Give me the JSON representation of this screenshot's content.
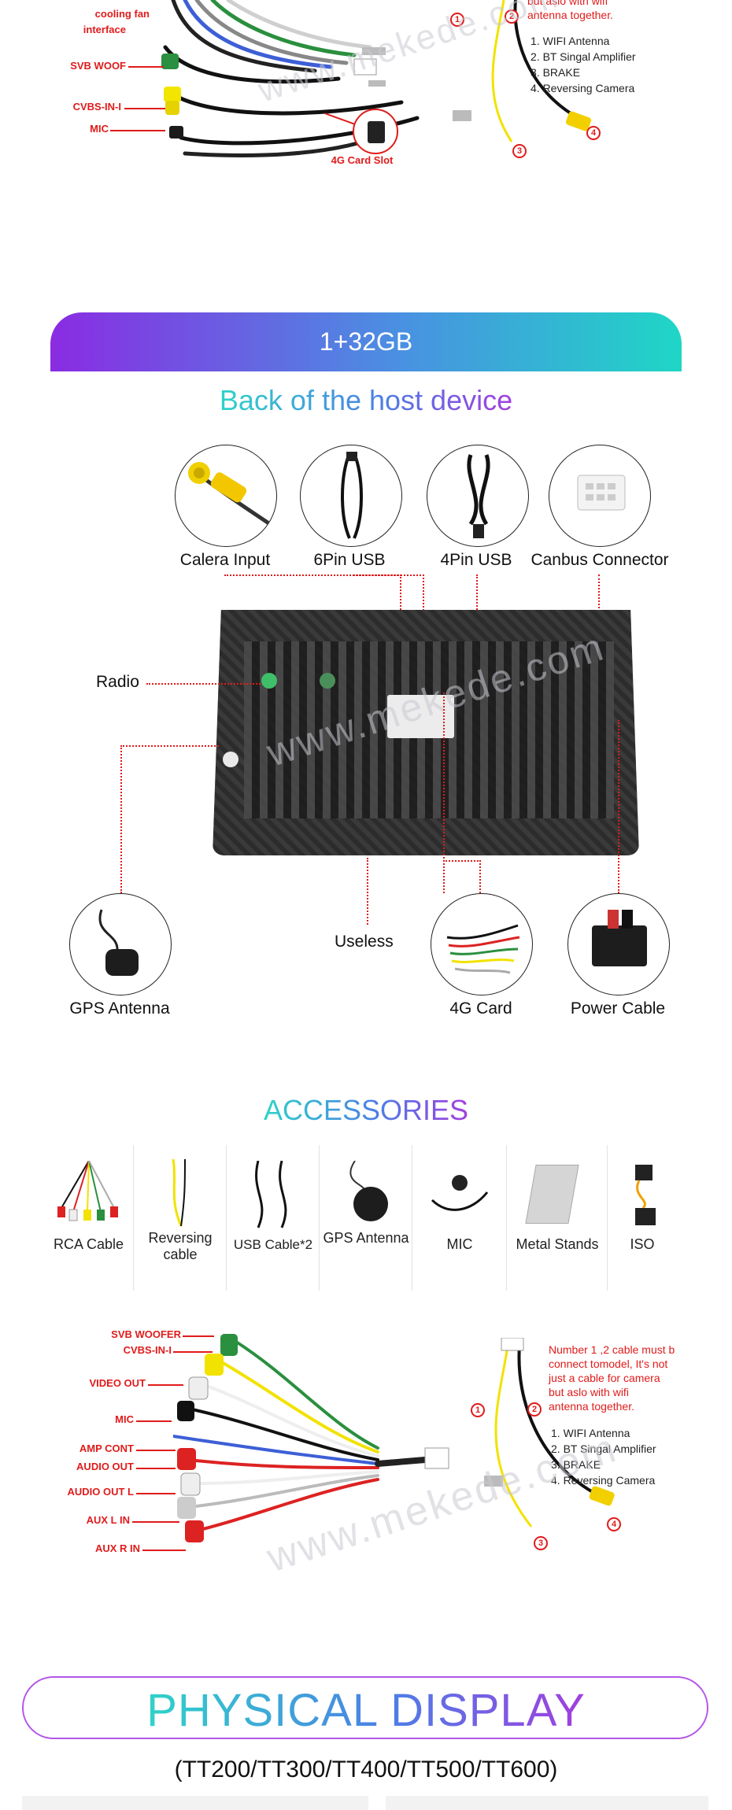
{
  "top_cable_diagram": {
    "labels": [
      "cooling fan",
      "interface",
      "SVB WOOF",
      "CVBS-IN-I",
      "MIC",
      "4G Card Slot"
    ],
    "right_note": [
      "but aslo with wifi",
      "antenna together."
    ],
    "list": [
      "1. WIFI Antenna",
      "2. BT Singal Amplifier",
      "3. BRAKE",
      "4. Reversing Camera"
    ],
    "badges": [
      "1",
      "2",
      "3",
      "4"
    ]
  },
  "banner": {
    "title": "1+32GB"
  },
  "host_section": {
    "title": "Back of the host device",
    "top_items": [
      {
        "label": "Calera Input"
      },
      {
        "label": "6Pin USB"
      },
      {
        "label": "4Pin USB"
      },
      {
        "label": "Canbus Connector"
      }
    ],
    "radio_label": "Radio",
    "useless_label": "Useless",
    "bottom_items": [
      {
        "label": "GPS Antenna"
      },
      {
        "label": "4G Card"
      },
      {
        "label": "Power Cable"
      }
    ]
  },
  "accessories": {
    "title": "ACCESSORIES",
    "items": [
      {
        "label": "RCA Cable"
      },
      {
        "label": "Reversing cable"
      },
      {
        "label": "USB Cable*2"
      },
      {
        "label": "GPS Antenna"
      },
      {
        "label": "MIC"
      },
      {
        "label": "Metal Stands"
      },
      {
        "label": "ISO"
      }
    ]
  },
  "lower_cable_diagram": {
    "labels": [
      "SVB WOOFER",
      "CVBS-IN-I",
      "VIDEO OUT",
      "MIC",
      "AMP CONT",
      "AUDIO OUT",
      "AUDIO OUT L",
      "AUX L IN",
      "AUX R IN"
    ],
    "right_note": [
      "Number 1 ,2 cable must b",
      "connect tomodel, It's not",
      "just a cable for camera",
      "but aslo with wifi",
      "antenna together."
    ],
    "list": [
      "1. WIFI Antenna",
      "2. BT Singal Amplifier",
      "3. BRAKE",
      "4. Reversing Camera"
    ],
    "badges": [
      "1",
      "2",
      "3",
      "4"
    ]
  },
  "watermark": "www.mekede.com",
  "physical_display": {
    "title": "PHYSICAL DISPLAY",
    "models": "(TT200/TT300/TT400/TT500/TT600)"
  },
  "colors": {
    "accent_red": "#e01b1b",
    "grad_start": "#8a2be2",
    "grad_end": "#1fd6c6"
  }
}
